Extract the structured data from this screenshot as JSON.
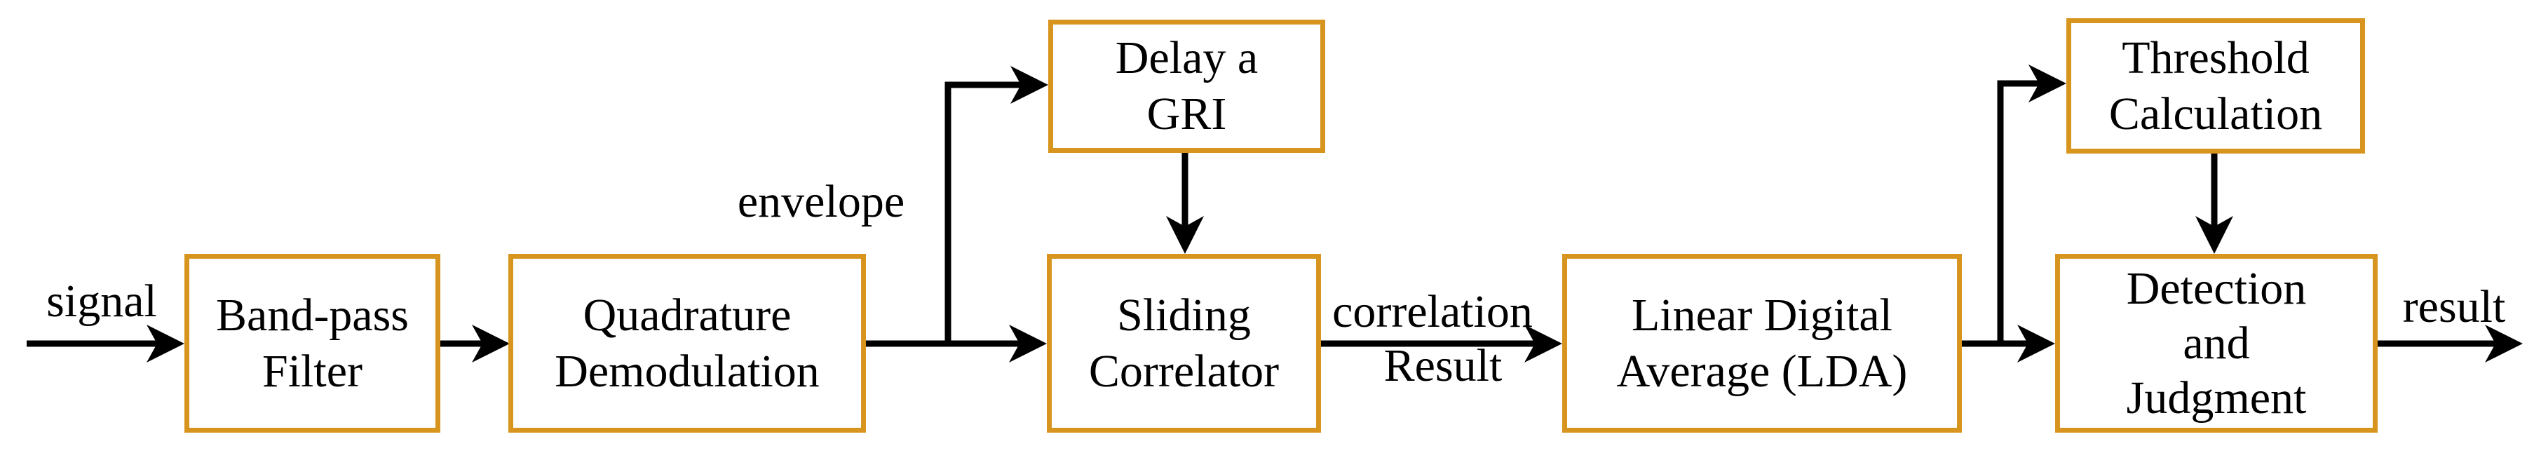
{
  "diagram": {
    "title": "LDA detection signal-processing block diagram",
    "blocks": {
      "band_pass_filter": "Band-pass\nFilter",
      "quadrature_demodulation": "Quadrature\nDemodulation",
      "delay_a_gri": "Delay a\nGRI",
      "sliding_correlator": "Sliding\nCorrelator",
      "linear_digital_average": "Linear Digital\nAverage (LDA)",
      "threshold_calculation": "Threshold\nCalculation",
      "detection_and_judgment": "Detection\nand\nJudgment"
    },
    "labels": {
      "input": "signal",
      "envelope": "envelope",
      "correlation_line1": "correlation",
      "correlation_line2": "Result",
      "output": "result"
    },
    "colors": {
      "box_border": "#D79520",
      "connector": "#000000",
      "text": "#000000",
      "background": "#FFFFFF"
    }
  }
}
